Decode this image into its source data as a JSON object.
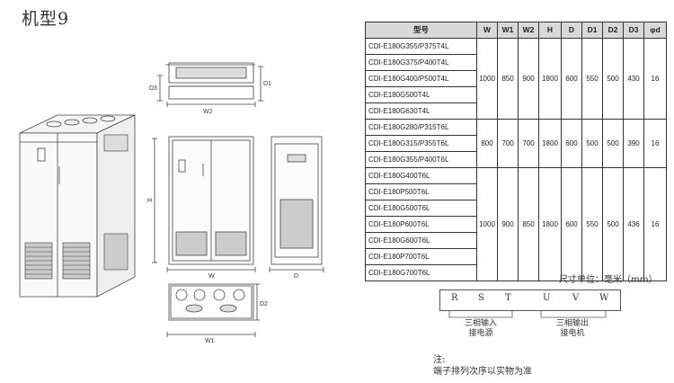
{
  "title": "机型9",
  "dimension_labels": {
    "d1": "D1",
    "d3": "D3",
    "w2": "W2",
    "h": "H",
    "w": "W",
    "d": "D",
    "d2": "D2",
    "w1": "W1"
  },
  "table": {
    "headers": [
      "型号",
      "W",
      "W1",
      "W2",
      "H",
      "D",
      "D1",
      "D2",
      "D3",
      "φd"
    ],
    "groups": [
      {
        "models": [
          "CDI-E180G355/P375T4L",
          "CDI-E180G375/P400T4L",
          "CDI-E180G400/P500T4L",
          "CDI-E180G500T4L",
          "CDI-E180G630T4L"
        ],
        "values": [
          "1000",
          "850",
          "900",
          "1800",
          "600",
          "550",
          "500",
          "430",
          "16"
        ]
      },
      {
        "models": [
          "CDI-E180G280/P315T6L",
          "CDI-E180G315/P355T6L",
          "CDI-E180G355/P400T6L"
        ],
        "values": [
          "800",
          "700",
          "700",
          "1800",
          "600",
          "500",
          "500",
          "390",
          "16"
        ]
      },
      {
        "models": [
          "CDI-E180G400T6L",
          "CDI-E180P500T6L",
          "CDI-E180G500T6L",
          "CDI-E180P600T6L",
          "CDI-E180G600T6L",
          "CDI-E180P700T6L",
          "CDI-E180G700T6L"
        ],
        "values": [
          "1000",
          "900",
          "850",
          "1800",
          "600",
          "550",
          "500",
          "436",
          "16"
        ]
      }
    ]
  },
  "unit_note": "尺寸单位：毫米（mm）",
  "terminals": {
    "letters": [
      "R",
      "S",
      "T",
      "U",
      "V",
      "W"
    ],
    "input_label_line1": "三相输入",
    "input_label_line2": "接电源",
    "output_label_line1": "三相输出",
    "output_label_line2": "接电机"
  },
  "note": {
    "heading": "注:",
    "text": "端子排列次序以实物为准"
  }
}
